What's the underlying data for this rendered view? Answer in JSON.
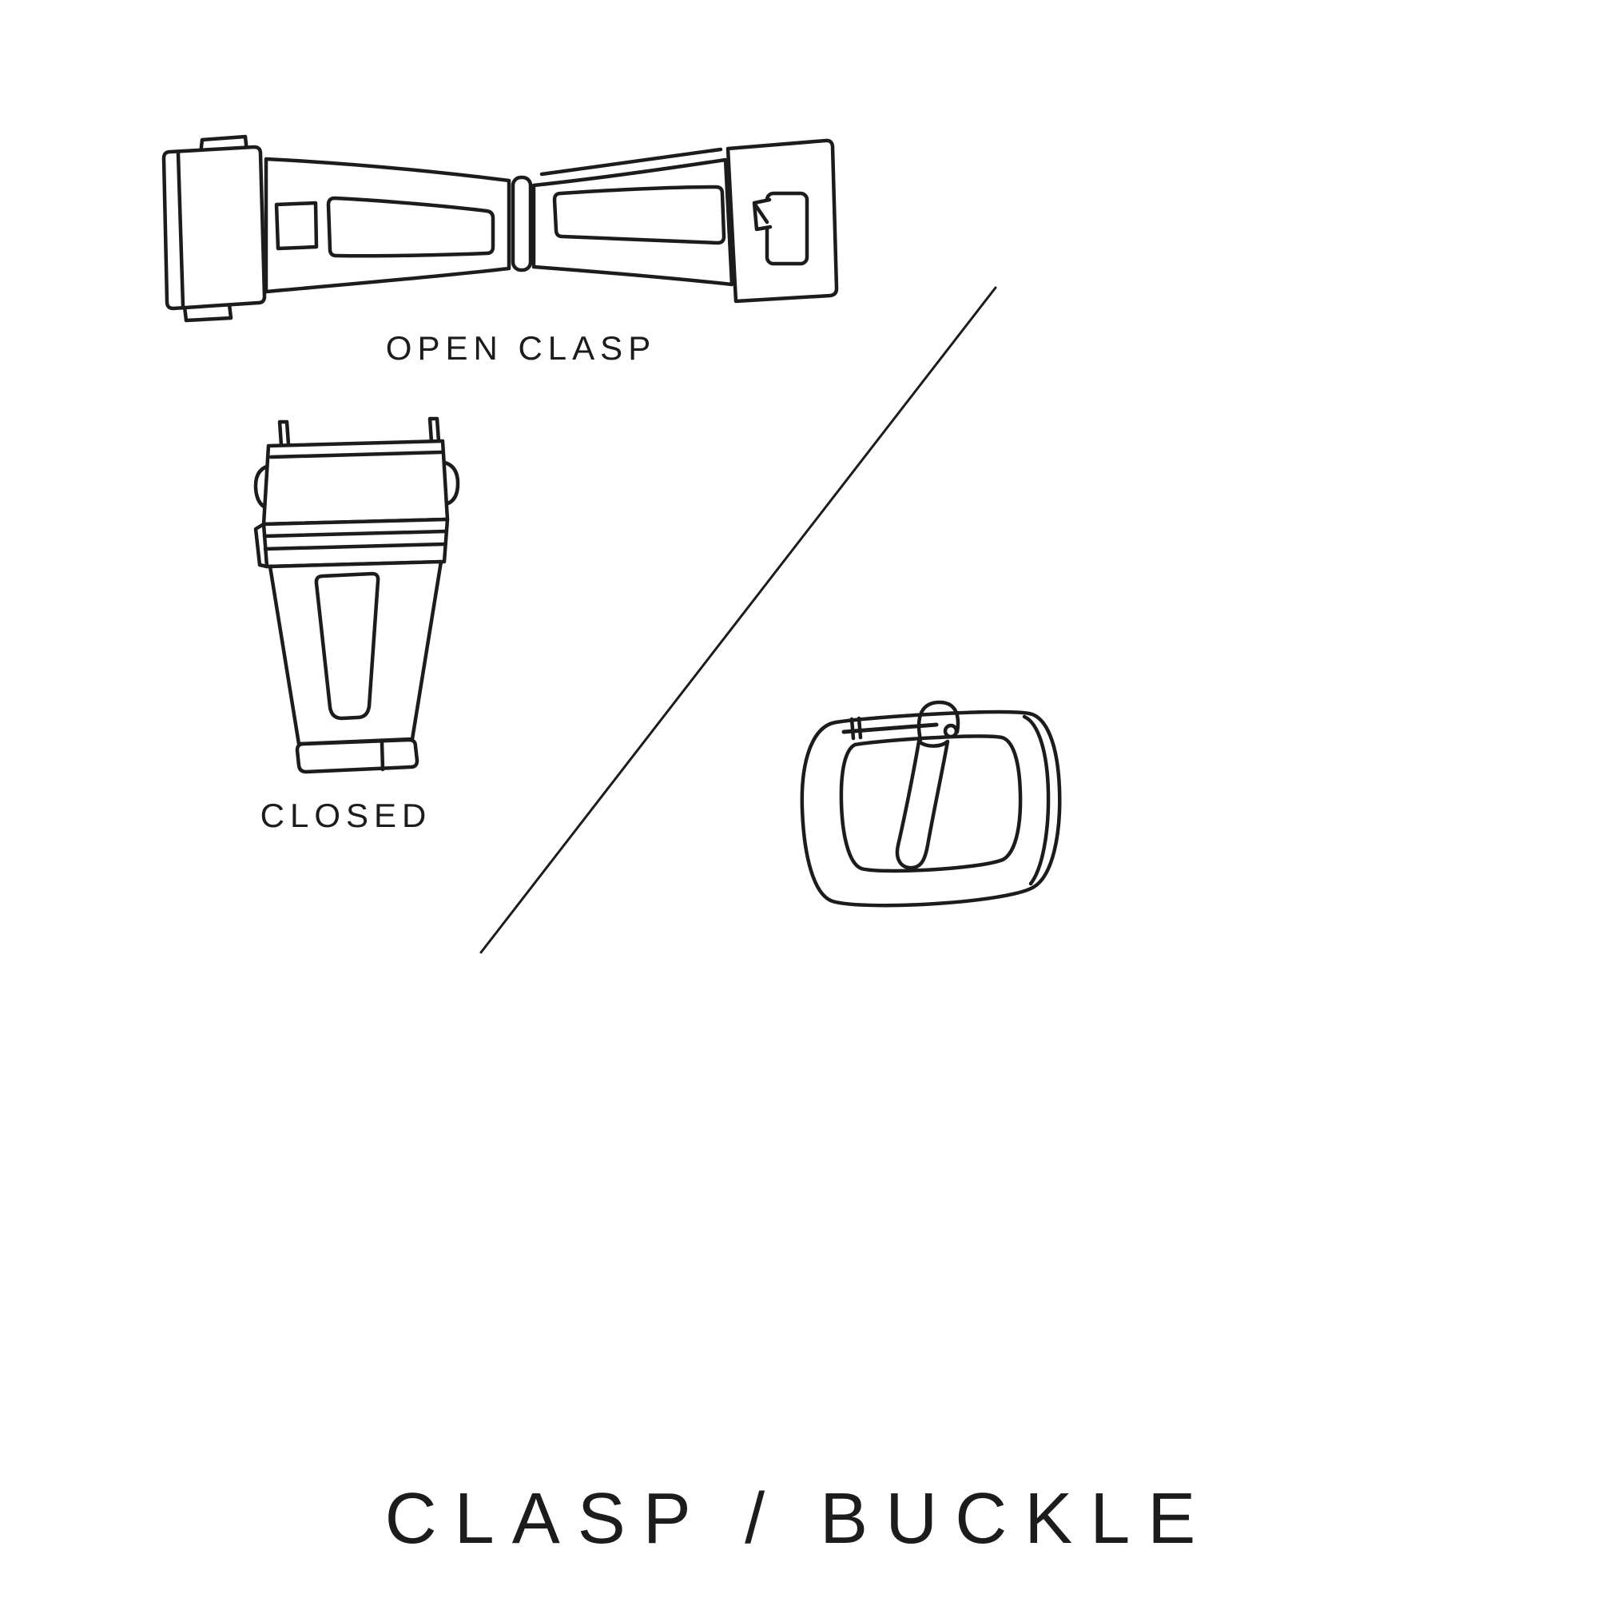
{
  "title": "CLASP / BUCKLE",
  "figures": {
    "open_clasp": {
      "name": "open-clasp-illustration",
      "label": "OPEN CLASP"
    },
    "closed_clasp": {
      "name": "closed-clasp-illustration",
      "label": "CLOSED"
    },
    "buckle": {
      "name": "tang-buckle-illustration"
    }
  },
  "colors": {
    "background": "#ffffff",
    "line": "#1c1c1c",
    "text": "#1c1c1c"
  }
}
